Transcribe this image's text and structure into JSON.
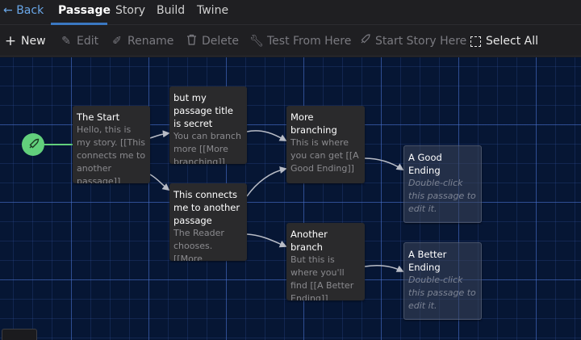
{
  "topnav": {
    "back_label": "Back",
    "tabs": [
      {
        "label": "Passage",
        "active": true
      },
      {
        "label": "Story",
        "active": false
      },
      {
        "label": "Build",
        "active": false
      },
      {
        "label": "Twine",
        "active": false
      }
    ]
  },
  "toolbar": {
    "new_label": "New",
    "edit_label": "Edit",
    "rename_label": "Rename",
    "delete_label": "Delete",
    "test_label": "Test From Here",
    "start_label": "Start Story Here",
    "select_all_label": "Select All"
  },
  "passages": [
    {
      "id": "the-start",
      "title": "The Start",
      "excerpt": "Hello, this is my story. [[This connects me to another passage]] [[This"
    },
    {
      "id": "secret-title",
      "title": "but my passage title is secret",
      "excerpt": "You can branch more [[More branching]]"
    },
    {
      "id": "connects",
      "title": "This connects me to another passage",
      "excerpt": "The Reader chooses. [[More branching"
    },
    {
      "id": "more-branching",
      "title": "More branching",
      "excerpt": "This is where you can get [[A Good Ending]]"
    },
    {
      "id": "another-branch",
      "title": "Another branch",
      "excerpt": "But this is where you'll find [[A Better Ending]]"
    },
    {
      "id": "good-ending",
      "title": "A Good Ending",
      "excerpt": "Double-click this passage to edit it."
    },
    {
      "id": "better-ending",
      "title": "A Better Ending",
      "excerpt": "Double-click this passage to edit it."
    }
  ],
  "colors": {
    "accent": "#3a78c2",
    "start_marker": "#62d07c",
    "canvas": "#061634",
    "card": "#2a2a2c"
  },
  "icons": {
    "start": "rocket-icon",
    "new": "plus-icon",
    "edit": "pencil-icon",
    "rename": "rename-icon",
    "delete": "trash-icon",
    "test": "wrench-icon",
    "start_here": "rocket-icon",
    "select_all": "dashed-square-icon"
  }
}
